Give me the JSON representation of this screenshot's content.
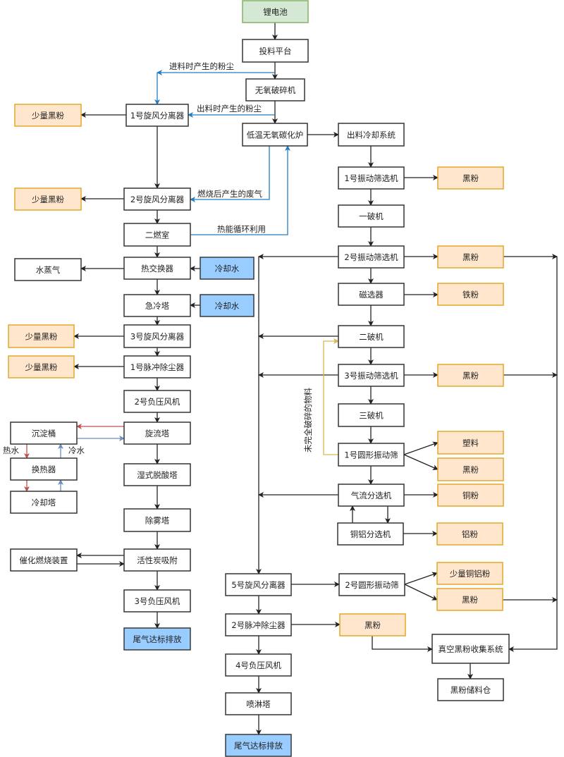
{
  "colors": {
    "default_fill": "#ffffff",
    "default_stroke": "#333333",
    "green_fill": "#d5e8d4",
    "green_stroke": "#82b366",
    "orange_fill": "#ffe6cc",
    "orange_stroke": "#e3a92a",
    "blue_fill": "#99ccff",
    "blue_stroke": "#36393d",
    "edge_black": "#222222",
    "edge_blue": "#1f7ec6",
    "edge_red": "#c0504d",
    "edge_lightblue": "#6c8ebf",
    "edge_yellow": "#d6b656"
  },
  "nodes": {
    "battery": {
      "label": "锂电池",
      "kind": "green"
    },
    "feed_platform": {
      "label": "投料平台",
      "kind": "default"
    },
    "anaerobic_crusher": {
      "label": "无氧破碎机",
      "kind": "default"
    },
    "carbonization_furnace": {
      "label": "低温无氧碳化炉",
      "kind": "default"
    },
    "cyclone_1": {
      "label": "1号旋风分离器",
      "kind": "default"
    },
    "black_small_1": {
      "label": "少量黑粉",
      "kind": "orange"
    },
    "cyclone_2": {
      "label": "2号旋风分离器",
      "kind": "default"
    },
    "black_small_2": {
      "label": "少量黑粉",
      "kind": "orange"
    },
    "secondary_combustion": {
      "label": "二燃室",
      "kind": "default"
    },
    "heat_exchanger": {
      "label": "热交换器",
      "kind": "default"
    },
    "cooling_water_1": {
      "label": "冷却水",
      "kind": "blue"
    },
    "steam": {
      "label": "水蒸气",
      "kind": "default"
    },
    "quench_tower": {
      "label": "急冷塔",
      "kind": "default"
    },
    "cooling_water_2": {
      "label": "冷却水",
      "kind": "blue"
    },
    "cyclone_3": {
      "label": "3号旋风分离器",
      "kind": "default"
    },
    "black_small_3": {
      "label": "少量黑粉",
      "kind": "orange"
    },
    "pulse_dust_1": {
      "label": "1号脉冲除尘器",
      "kind": "default"
    },
    "black_small_4": {
      "label": "少量黑粉",
      "kind": "orange"
    },
    "fan_2": {
      "label": "2号负压风机",
      "kind": "default"
    },
    "swirl_tower": {
      "label": "旋流塔",
      "kind": "default"
    },
    "settling_tank": {
      "label": "沉淀桶",
      "kind": "default"
    },
    "heat_exchanger_small": {
      "label": "换热器",
      "kind": "default"
    },
    "cooling_tower": {
      "label": "冷却塔",
      "kind": "default"
    },
    "wet_deacid": {
      "label": "湿式脱酸塔",
      "kind": "default"
    },
    "demister": {
      "label": "除雾塔",
      "kind": "default"
    },
    "activated_carbon": {
      "label": "活性炭吸附",
      "kind": "default"
    },
    "catalytic_combustion": {
      "label": "催化燃烧装置",
      "kind": "default"
    },
    "fan_3": {
      "label": "3号负压风机",
      "kind": "default"
    },
    "exhaust_1": {
      "label": "尾气达标排放",
      "kind": "blue"
    },
    "discharge_cooling": {
      "label": "出料冷却系统",
      "kind": "default"
    },
    "vib_screen_1": {
      "label": "1号振动筛选机",
      "kind": "default"
    },
    "black_1": {
      "label": "黑粉",
      "kind": "orange"
    },
    "crusher_1": {
      "label": "一破机",
      "kind": "default"
    },
    "vib_screen_2": {
      "label": "2号振动筛选机",
      "kind": "default"
    },
    "black_2": {
      "label": "黑粉",
      "kind": "orange"
    },
    "magnetic_sep": {
      "label": "磁选器",
      "kind": "default"
    },
    "iron_powder": {
      "label": "铁粉",
      "kind": "orange"
    },
    "crusher_2": {
      "label": "二破机",
      "kind": "default"
    },
    "vib_screen_3": {
      "label": "3号振动筛选机",
      "kind": "default"
    },
    "black_3": {
      "label": "黑粉",
      "kind": "orange"
    },
    "crusher_3": {
      "label": "三破机",
      "kind": "default"
    },
    "round_screen_1": {
      "label": "1号圆形振动筛",
      "kind": "default"
    },
    "plastic": {
      "label": "塑料",
      "kind": "orange"
    },
    "black_4": {
      "label": "黑粉",
      "kind": "orange"
    },
    "air_classifier": {
      "label": "气流分选机",
      "kind": "default"
    },
    "copper_powder": {
      "label": "铜粉",
      "kind": "orange"
    },
    "cu_al_sep": {
      "label": "铜铝分选机",
      "kind": "default"
    },
    "al_powder": {
      "label": "铝粉",
      "kind": "orange"
    },
    "cyclone_5": {
      "label": "5号旋风分离器",
      "kind": "default"
    },
    "round_screen_2": {
      "label": "2号圆形振动筛",
      "kind": "default"
    },
    "cu_al_small": {
      "label": "少量铜铝粉",
      "kind": "orange"
    },
    "black_5": {
      "label": "黑粉",
      "kind": "orange"
    },
    "pulse_dust_2": {
      "label": "2号脉冲除尘器",
      "kind": "default"
    },
    "black_6": {
      "label": "黑粉",
      "kind": "orange"
    },
    "fan_4": {
      "label": "4号负压风机",
      "kind": "default"
    },
    "vacuum_collect": {
      "label": "真空黑粉收集系统",
      "kind": "default"
    },
    "black_silo": {
      "label": "黑粉储料仓",
      "kind": "default"
    },
    "spray_tower": {
      "label": "喷淋塔",
      "kind": "default"
    },
    "exhaust_2": {
      "label": "尾气达标排放",
      "kind": "blue"
    }
  },
  "edge_labels": {
    "feed_dust": "进料时产生的粉尘",
    "discharge_dust": "出料时产生的粉尘",
    "combustion_gas": "燃烧后产生的废气",
    "heat_recycle": "热能循环利用",
    "uncrushed": "未完全破碎的物料",
    "hot_water": "热水",
    "cold_water": "冷水"
  }
}
